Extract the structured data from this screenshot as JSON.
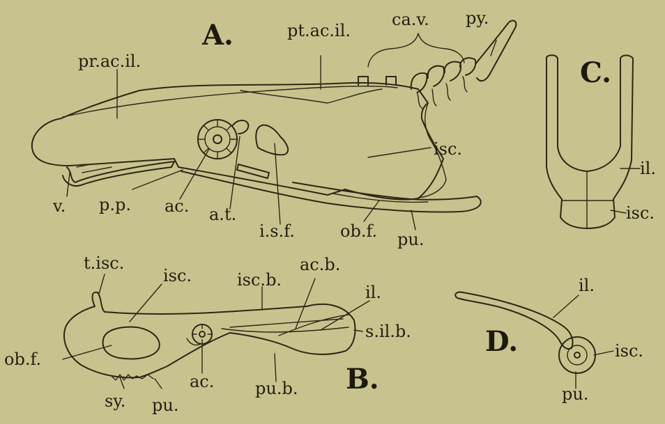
{
  "figures": {
    "A": {
      "letter": "A.",
      "labels": {
        "pr_ac_il": "pr.ac.il.",
        "pt_ac_il": "pt.ac.il.",
        "ca_v": "ca.v.",
        "py": "py.",
        "isc": "isc.",
        "v": "v.",
        "p_p": "p.p.",
        "ac": "ac.",
        "a_t": "a.t.",
        "i_s_f": "i.s.f.",
        "ob_f": "ob.f.",
        "pu": "pu."
      }
    },
    "B": {
      "letter": "B.",
      "labels": {
        "t_isc": "t.isc.",
        "isc": "isc.",
        "isc_b": "isc.b.",
        "ac_b": "ac.b.",
        "il": "il.",
        "s_il_b": "s.il.b.",
        "ob_f": "ob.f.",
        "ac": "ac.",
        "pu_b": "pu.b.",
        "sy": "sy.",
        "pu": "pu."
      }
    },
    "C": {
      "letter": "C.",
      "labels": {
        "il": "il.",
        "isc": "isc."
      }
    },
    "D": {
      "letter": "D.",
      "labels": {
        "il": "il.",
        "isc": "isc.",
        "pu": "pu."
      }
    }
  },
  "colors": {
    "paper": "#c8c38e",
    "ink": "#2b2614"
  }
}
